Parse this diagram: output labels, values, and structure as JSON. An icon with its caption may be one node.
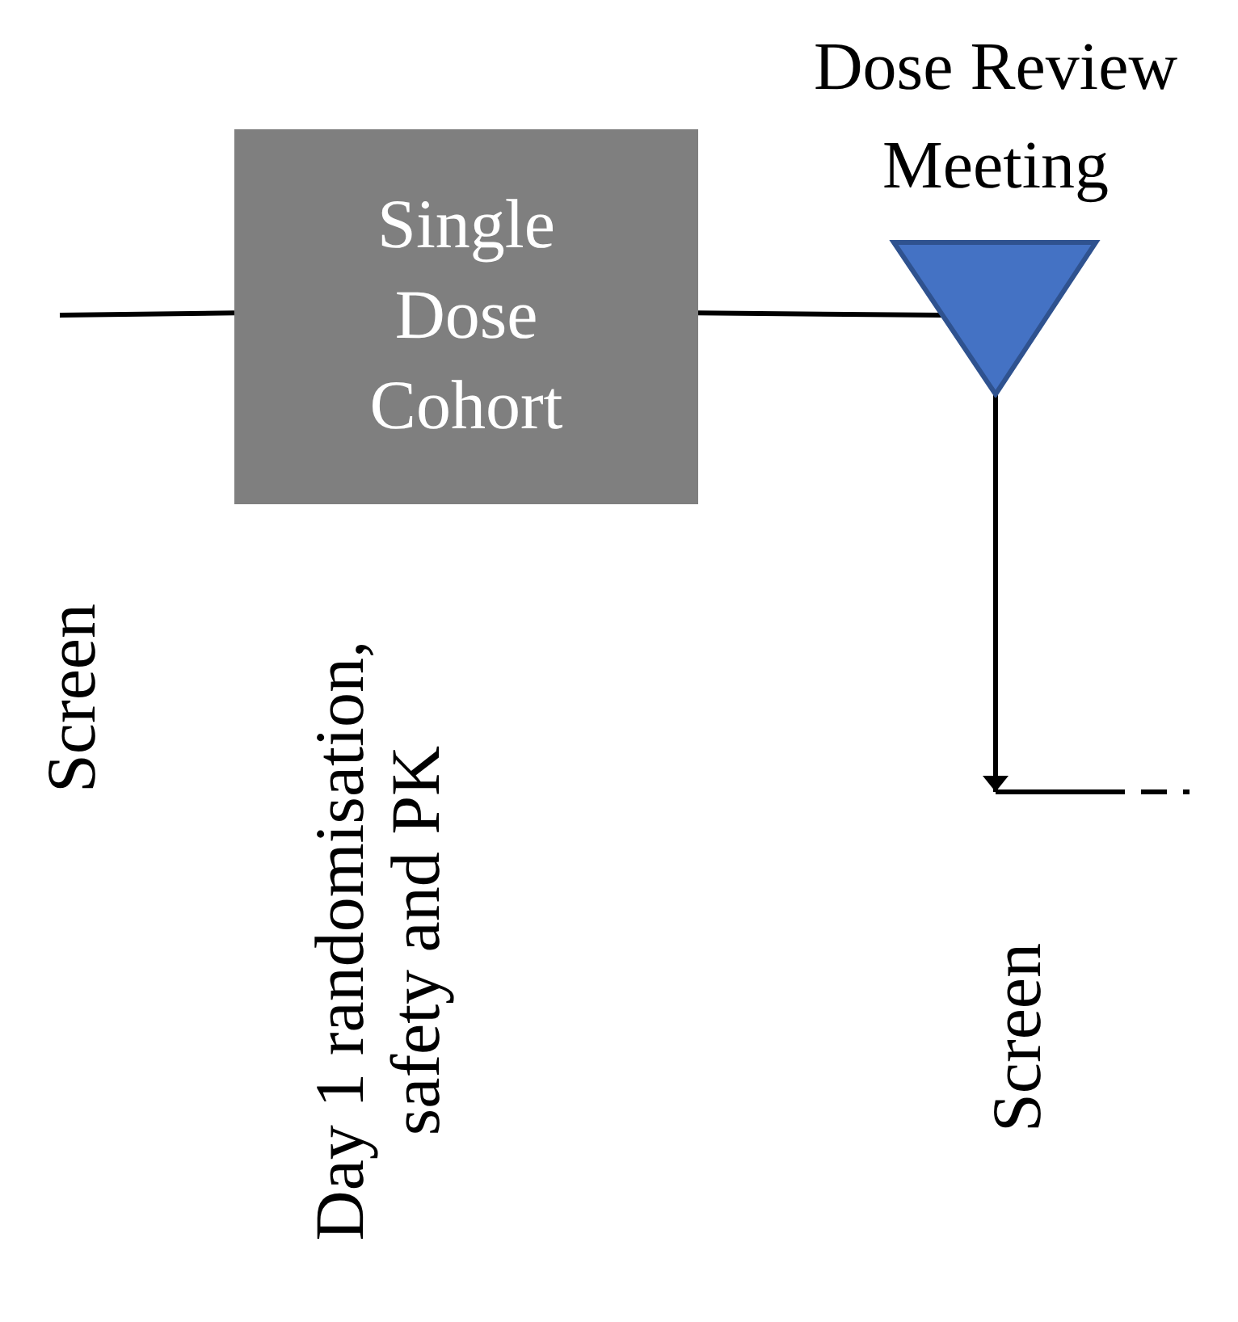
{
  "diagram": {
    "nodes": [
      {
        "text": [
          "Single Dose Cohort"
        ]
      },
      {
        "text": [
          "Dose Review Meeting"
        ]
      }
    ],
    "edges": [
      {
        "from": null,
        "to": 0,
        "arrow": "none"
      },
      {
        "from": 0,
        "to": 1,
        "arrow": "none"
      },
      {
        "from": 1,
        "to": null,
        "arrow": "to"
      }
    ],
    "labels": [
      "Screen",
      "Day 1 randomisation, safety and PK",
      "Screen"
    ]
  }
}
